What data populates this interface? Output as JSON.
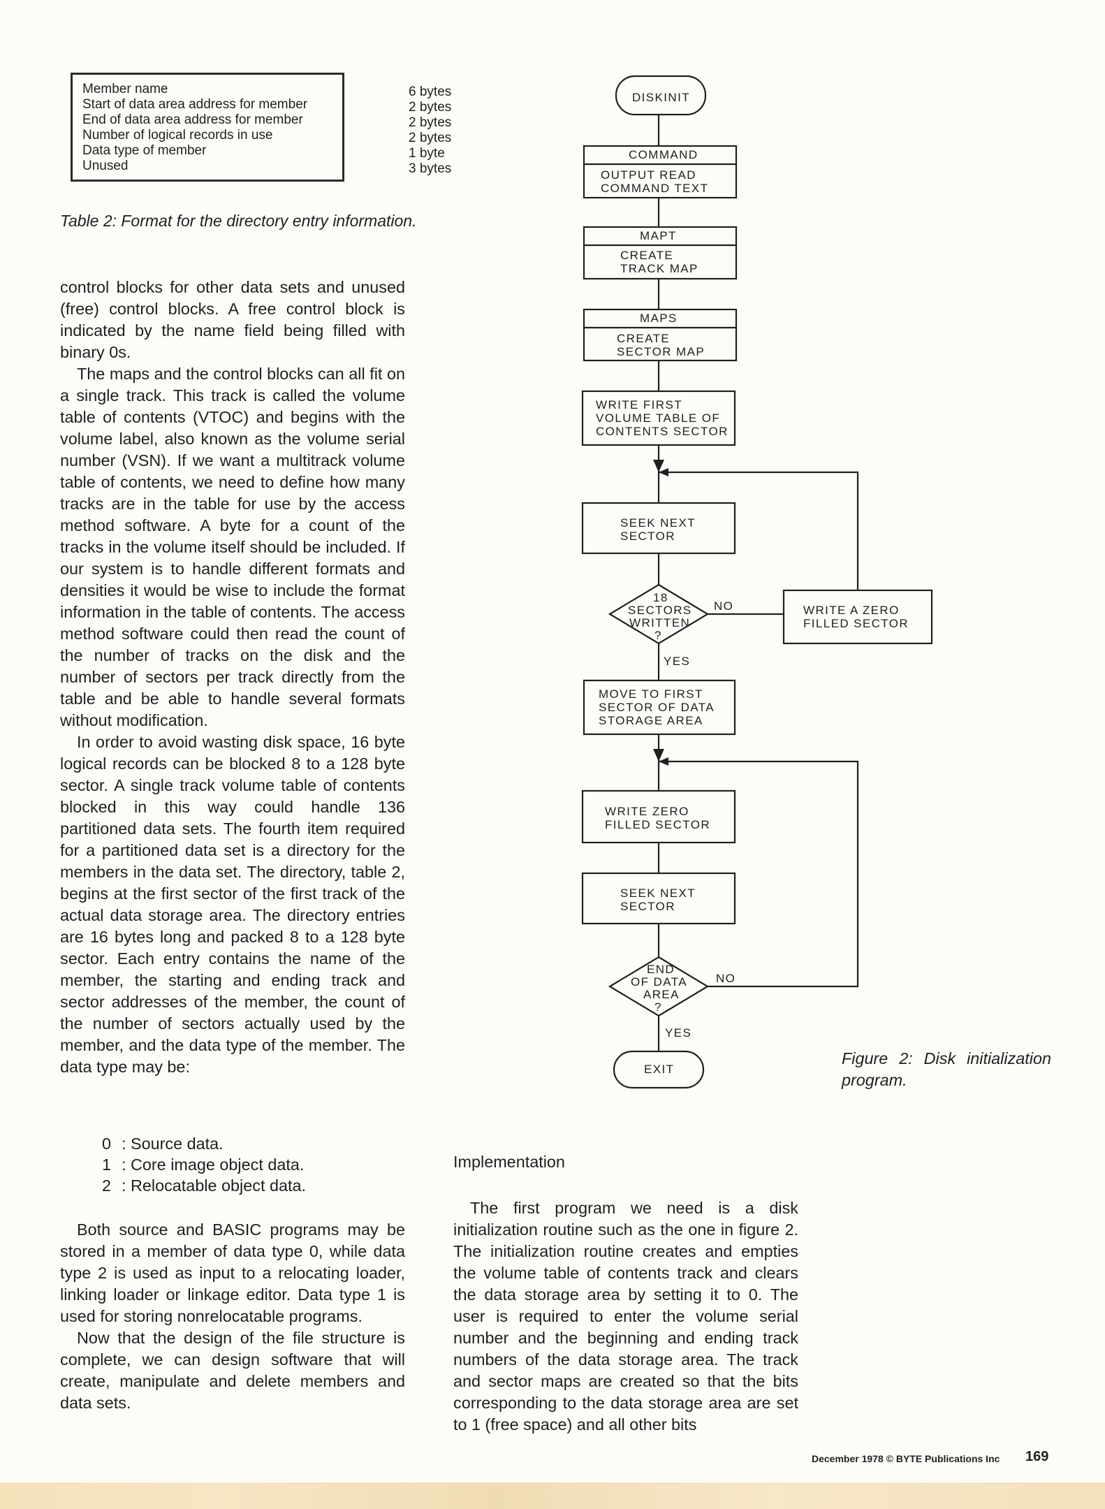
{
  "table2": {
    "rows": [
      "Member name",
      "Start of data area address for member",
      "End of data area address for member",
      "Number of logical records in use",
      "Data type of member",
      "Unused"
    ],
    "sizes": [
      "6 bytes",
      "2 bytes",
      "2 bytes",
      "2 bytes",
      "1 byte",
      "3 bytes"
    ],
    "caption": "Table 2: Format for the directory entry information."
  },
  "left_column": {
    "p1": "control blocks for other data sets and unused (free) control blocks. A free control block is indicated by the name field being filled with binary 0s.",
    "p2": "The maps and the control blocks can all fit on a single track. This track is called the volume table of contents (VTOC) and begins with the volume label, also known as the volume serial number (VSN). If we want a multitrack volume table of contents, we need to define how many tracks are in the table for use by the access method software. A byte for a count of the tracks in the volume itself should be included. If our system is to handle different formats and densities it would be wise to include the format information in the table of contents. The access method software could then read the count of the number of tracks on the disk and the number of sectors per track directly from the table and be able to handle several formats without modification.",
    "p3": "In order to avoid wasting disk space, 16 byte logical records can be blocked 8 to a 128 byte sector. A single track volume table of contents blocked in this way could handle 136 partitioned data sets. The fourth item required for a partitioned data set is a directory for the members in the data set. The directory, table 2, begins at the first sector of the first track of the actual data storage area. The directory entries are 16 bytes long and packed 8 to a 128 byte sector. Each entry contains the name of the member, the starting and ending track and sector addresses of the member, the count of the number of sectors actually used by the member, and the data type of the member. The data type may be:",
    "codes": [
      {
        "num": "0",
        "text": ": Source data."
      },
      {
        "num": "1",
        "text": ": Core image object data."
      },
      {
        "num": "2",
        "text": ": Relocatable object data."
      }
    ],
    "p4": "Both source and BASIC programs may be stored in a member of data type 0, while data type 2 is used as input to a relocating loader, linking loader or linkage editor. Data type 1 is used for storing nonrelocatable programs.",
    "p5": "Now that the design of the file structure is complete, we can design software that will create, manipulate and delete members and data sets."
  },
  "right_column": {
    "heading": "Implementation",
    "p1": "The first program we need is a disk initialization routine such as the one in figure 2. The initialization routine creates and empties the volume table of contents track and clears the data storage area by setting it to 0. The user is required to enter the volume serial number and the beginning and ending track numbers of the data storage area. The track and sector maps are created so that the bits corresponding to the data storage area are set to 1 (free space) and all other bits"
  },
  "flowchart": {
    "start": "DISKINIT",
    "command_title": "COMMAND",
    "command_l1": "OUTPUT READ",
    "command_l2": "COMMAND TEXT",
    "mapt_title": "MAPT",
    "mapt_l1": "CREATE",
    "mapt_l2": "TRACK MAP",
    "maps_title": "MAPS",
    "maps_l1": "CREATE",
    "maps_l2": "SECTOR MAP",
    "vtoc_l1": "WRITE FIRST",
    "vtoc_l2": "VOLUME TABLE OF",
    "vtoc_l3": "CONTENTS SECTOR",
    "seek1_l1": "SEEK NEXT",
    "seek1_l2": "SECTOR",
    "dec1_l1": "18",
    "dec1_l2": "SECTORS",
    "dec1_l3": "WRITTEN",
    "dec1_l4": "?",
    "dec1_no": "NO",
    "dec1_yes": "YES",
    "zero1_l1": "WRITE A ZERO",
    "zero1_l2": "FILLED SECTOR",
    "move_l1": "MOVE TO FIRST",
    "move_l2": "SECTOR OF DATA",
    "move_l3": "STORAGE AREA",
    "zero2_l1": "WRITE ZERO",
    "zero2_l2": "FILLED SECTOR",
    "seek2_l1": "SEEK NEXT",
    "seek2_l2": "SECTOR",
    "dec2_l1": "END",
    "dec2_l2": "OF DATA",
    "dec2_l3": "AREA",
    "dec2_l4": "?",
    "dec2_no": "NO",
    "dec2_yes": "YES",
    "end": "EXIT",
    "caption": "Figure 2: Disk initialization program."
  },
  "footer": {
    "text": "December 1978 © BYTE Publications Inc",
    "page": "169"
  }
}
